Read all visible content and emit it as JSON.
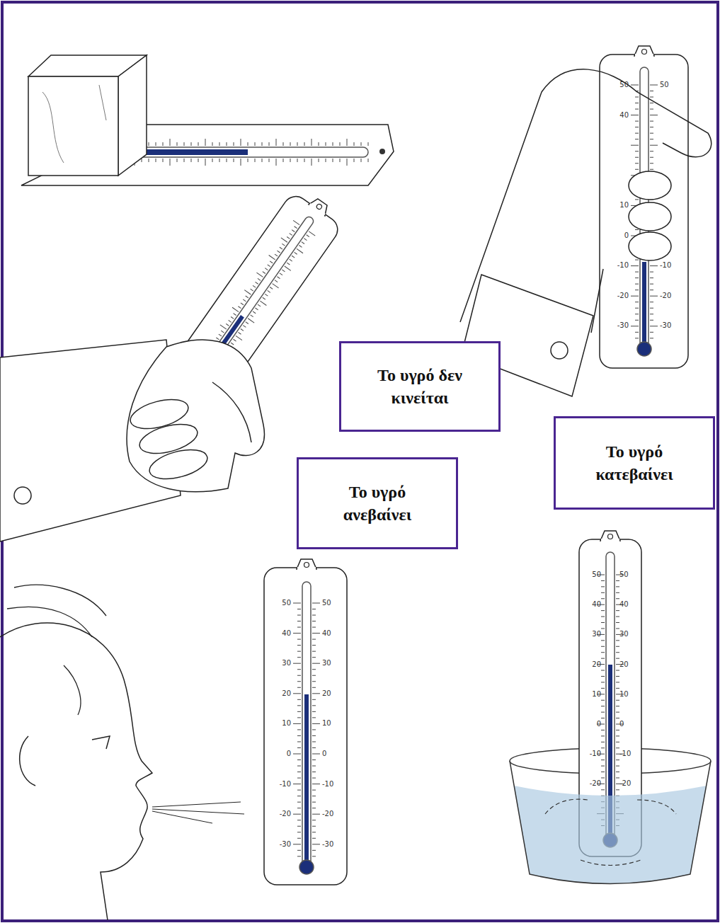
{
  "diagram": {
    "nodes": [
      {
        "text": [
          "Το υγρό δεν κινείται"
        ]
      },
      {
        "text": [
          "Το υγρό κατεβαίνει"
        ]
      },
      {
        "text": [
          "Το υγρό ανεβαίνει"
        ]
      }
    ],
    "edges": [],
    "labels": [
      "50",
      "40",
      "10",
      "0",
      "-10",
      "-20",
      "-30",
      "50",
      "-10",
      "-20",
      "-30",
      "50",
      "40",
      "30",
      "20",
      "10",
      "0",
      "-10",
      "-20",
      "-30",
      "50",
      "40",
      "30",
      "20",
      "10",
      "0",
      "-10",
      "-20",
      "-30",
      "50",
      "40",
      "30",
      "20",
      "10",
      "0",
      "-10",
      "-20",
      "50",
      "40",
      "30",
      "20",
      "10",
      "0",
      "-10",
      "-20"
    ]
  }
}
